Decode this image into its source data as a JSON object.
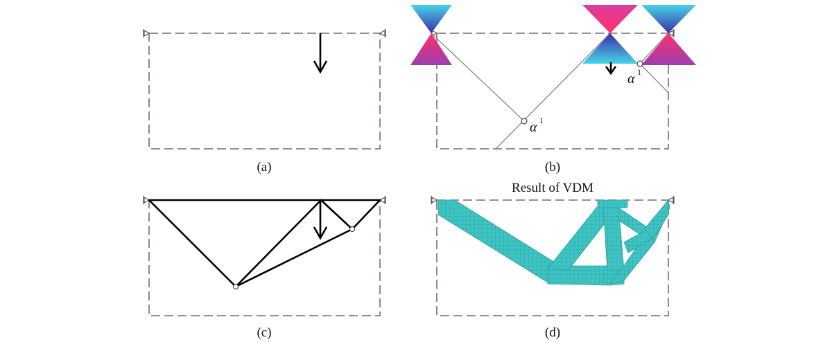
{
  "panels": {
    "a": {
      "caption": "(a)"
    },
    "b": {
      "caption": "(b)",
      "node_labels": [
        {
          "symbol": "α",
          "sup": "1"
        },
        {
          "symbol": "α",
          "sup": "1"
        }
      ]
    },
    "c": {
      "caption": "(c)"
    },
    "d": {
      "caption": "(d)",
      "title": "Result of VDM"
    }
  },
  "colors": {
    "frame": "#7a6a6a",
    "cone_cyan": "#46d4e8",
    "cone_blue": "#3a2fa8",
    "cone_magenta": "#ff2f8a",
    "cone_purple": "#9c3fb0",
    "vdm_fill": "#3fbfbf"
  }
}
